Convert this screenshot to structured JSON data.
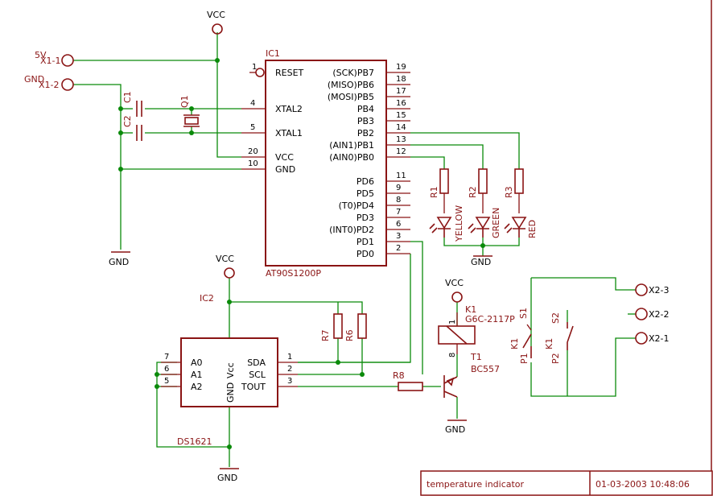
{
  "title_block": {
    "title": "temperature indicator",
    "timestamp": "01-03-2003 10:48:06"
  },
  "connectors": {
    "x1_1": "X1-1",
    "x1_2": "X1-2",
    "x1_1_net": "5V",
    "x1_2_net": "GND",
    "x2_1": "X2-1",
    "x2_2": "X2-2",
    "x2_3": "X2-3"
  },
  "power": {
    "vcc1": "VCC",
    "vcc2": "VCC",
    "vcc3": "VCC",
    "gnd1": "GND",
    "gnd2": "GND",
    "gnd3": "GND",
    "gnd4": "GND"
  },
  "ic1": {
    "name": "IC1",
    "part": "AT90S1200P",
    "left_pins": [
      {
        "num": "1",
        "name": "RESET"
      },
      {
        "num": "4",
        "name": "XTAL2"
      },
      {
        "num": "5",
        "name": "XTAL1"
      },
      {
        "num": "20",
        "name": "VCC"
      },
      {
        "num": "10",
        "name": "GND"
      }
    ],
    "right_pins": [
      {
        "num": "19",
        "name": "(SCK)PB7"
      },
      {
        "num": "18",
        "name": "(MISO)PB6"
      },
      {
        "num": "17",
        "name": "(MOSI)PB5"
      },
      {
        "num": "16",
        "name": "PB4"
      },
      {
        "num": "15",
        "name": "PB3"
      },
      {
        "num": "14",
        "name": "PB2"
      },
      {
        "num": "13",
        "name": "(AIN1)PB1"
      },
      {
        "num": "12",
        "name": "(AIN0)PB0"
      },
      {
        "num": "11",
        "name": "PD6"
      },
      {
        "num": "9",
        "name": "PD5"
      },
      {
        "num": "8",
        "name": "(T0)PD4"
      },
      {
        "num": "7",
        "name": "PD3"
      },
      {
        "num": "6",
        "name": "(INT0)PD2"
      },
      {
        "num": "3",
        "name": "PD1"
      },
      {
        "num": "2",
        "name": "PD0"
      }
    ]
  },
  "ic2": {
    "name": "IC2",
    "part": "DS1621",
    "left_pins": [
      {
        "num": "7",
        "name": "A0"
      },
      {
        "num": "6",
        "name": "A1"
      },
      {
        "num": "5",
        "name": "A2"
      }
    ],
    "right_pins": [
      {
        "num": "1",
        "name": "SDA"
      },
      {
        "num": "2",
        "name": "SCL"
      },
      {
        "num": "3",
        "name": "TOUT"
      }
    ],
    "vcc_label": "Vcc",
    "gnd_label": "GND"
  },
  "components": {
    "c1": "C1",
    "c2": "C2",
    "q1": "Q1",
    "r1": "R1",
    "r2": "R2",
    "r3": "R3",
    "r6": "R6",
    "r7": "R7",
    "r8": "R8",
    "led_yellow": "YELLOW",
    "led_green": "GREEN",
    "led_red": "RED",
    "t1": "T1",
    "t1_part": "BC557",
    "k1": "K1",
    "k1_part": "G6C-2117P",
    "k1_p1": "P1",
    "k1_s1": "S1",
    "k1_p2": "P2",
    "k1_s2": "S2",
    "k1_pin1": "1",
    "k1_pin8": "8"
  }
}
